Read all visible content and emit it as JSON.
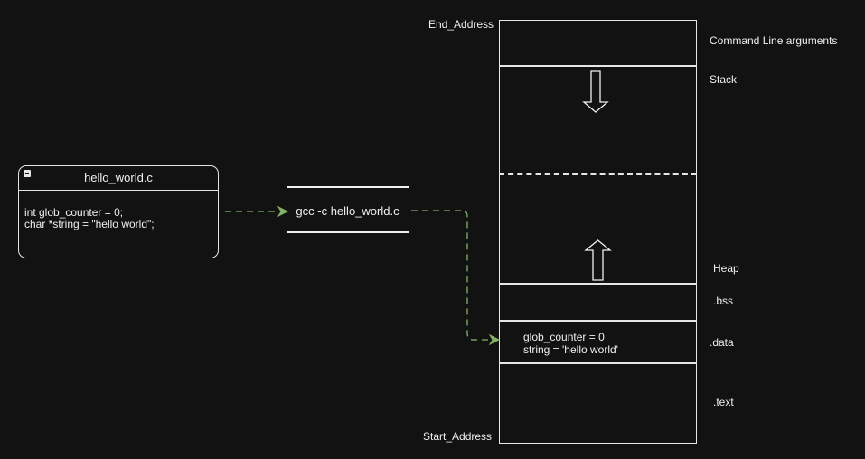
{
  "source_file": {
    "title": "hello_world.c",
    "code_lines": [
      "int glob_counter = 0;",
      "char *string = \"hello world\";"
    ]
  },
  "compile_step": {
    "command": "gcc -c hello_world.c"
  },
  "memory_layout": {
    "top_address": "End_Address",
    "bottom_address": "Start_Address",
    "segments": {
      "command_line": "Command Line arguments",
      "stack": "Stack",
      "heap": "Heap",
      "bss": ".bss",
      "data": ".data",
      "text": ".text"
    },
    "data_contents": [
      "glob_counter = 0",
      "string = 'hello world'"
    ]
  },
  "colors": {
    "background": "#121212",
    "foreground": "#f0f0f0",
    "flow_arrow": "#82b366"
  }
}
